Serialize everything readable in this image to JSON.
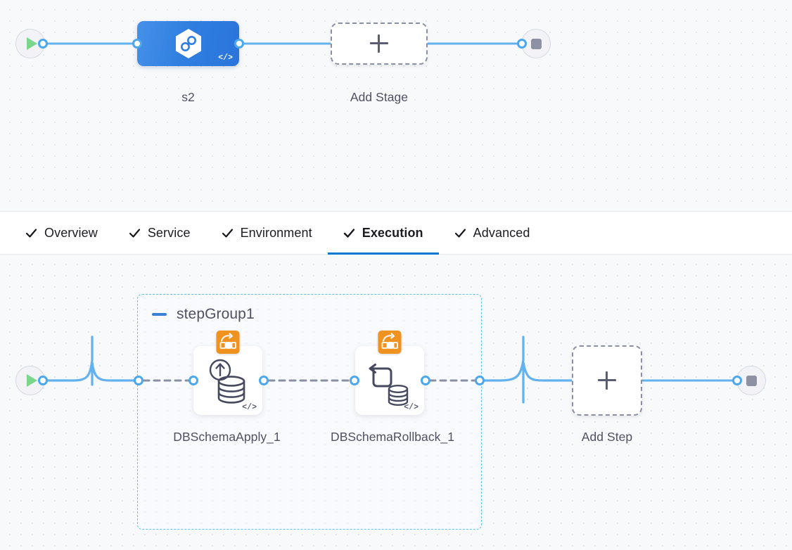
{
  "stage_canvas": {
    "name": "pipeline-stage-canvas",
    "start_node": {
      "icon": "play-icon",
      "name": "pipeline-start-node"
    },
    "end_node": {
      "icon": "stop-square-icon",
      "name": "pipeline-end-node"
    },
    "stage": {
      "label": "s2",
      "icon": "harness-cd-hexagon-icon",
      "code_glyph": "</>"
    },
    "add_stage": {
      "label": "Add Stage",
      "icon": "plus-icon"
    }
  },
  "tabs": {
    "name": "stage-config-tabs",
    "items": [
      {
        "label": "Overview",
        "icon": "check-icon",
        "active": false
      },
      {
        "label": "Service",
        "icon": "check-icon",
        "active": false
      },
      {
        "label": "Environment",
        "icon": "check-icon",
        "active": false
      },
      {
        "label": "Execution",
        "icon": "check-icon",
        "active": true
      },
      {
        "label": "Advanced",
        "icon": "check-icon",
        "active": false
      }
    ]
  },
  "execution_canvas": {
    "name": "execution-step-canvas",
    "start_node": {
      "icon": "play-icon",
      "name": "execution-start-node"
    },
    "end_node": {
      "icon": "stop-square-icon",
      "name": "execution-end-node"
    },
    "step_group": {
      "title": "stepGroup1",
      "collapse_icon": "minus-icon",
      "steps": [
        {
          "label": "DBSchemaApply_1",
          "badge_icon": "flyway-db-migration-icon",
          "main_icon": "db-schema-apply-icon",
          "code_glyph": "</>"
        },
        {
          "label": "DBSchemaRollback_1",
          "badge_icon": "flyway-db-migration-icon",
          "main_icon": "db-schema-rollback-icon",
          "code_glyph": "</>"
        }
      ]
    },
    "add_step": {
      "label": "Add Step",
      "icon": "plus-icon"
    }
  },
  "colors": {
    "accent_blue": "#0278d5",
    "link_blue": "#63b2ef",
    "port_blue": "#4ba7ee",
    "stage_blue": "#2f7fe0",
    "group_border": "#5ec2ef",
    "badge_orange": "#f0921f",
    "play_green": "#7ad68b",
    "canvas_bg": "#f8f9fb",
    "text_dark": "#1c1c20",
    "text_muted": "#4f5162"
  }
}
